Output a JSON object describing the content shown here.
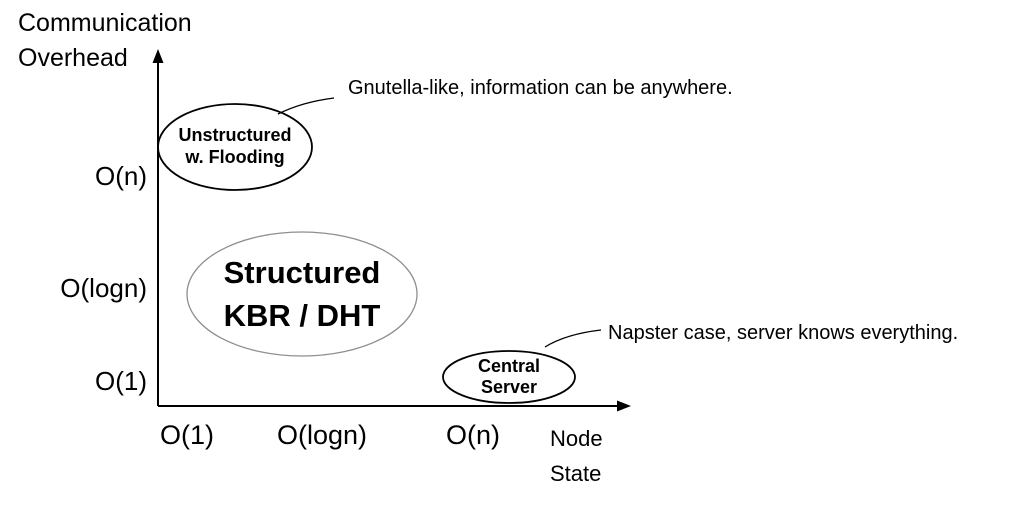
{
  "colors": {
    "ink": "#000000",
    "structured_ellipse_stroke": "#8f8f8f",
    "background": "#ffffff"
  },
  "y_axis": {
    "title": [
      "Communication",
      "Overhead"
    ],
    "ticks": [
      {
        "label": "O(n)"
      },
      {
        "label": "O(logn)"
      },
      {
        "label": "O(1)"
      }
    ]
  },
  "x_axis": {
    "title": [
      "Node",
      "State"
    ],
    "ticks": [
      {
        "label": "O(1)"
      },
      {
        "label": "O(logn)"
      },
      {
        "label": "O(n)"
      }
    ]
  },
  "nodes": [
    {
      "id": "unstructured-flooding",
      "label": [
        "Unstructured",
        "w. Flooding"
      ],
      "x": "O(1)",
      "y": "O(n)"
    },
    {
      "id": "structured-kbr-dht",
      "label": [
        "Structured",
        "KBR / DHT"
      ],
      "x": "O(logn)",
      "y": "O(logn)"
    },
    {
      "id": "central-server",
      "label": [
        "Central",
        "Server"
      ],
      "x": "O(n)",
      "y": "O(1)"
    }
  ],
  "annotations": [
    {
      "text": "Gnutella-like, information can be anywhere.",
      "target": "unstructured-flooding"
    },
    {
      "text": "Napster case, server knows everything.",
      "target": "central-server"
    }
  ]
}
